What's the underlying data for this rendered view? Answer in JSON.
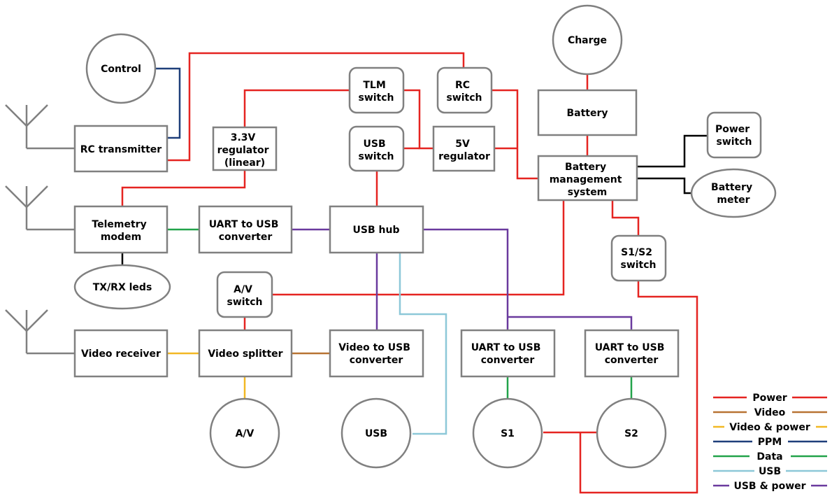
{
  "nodes": {
    "control": [
      "Control"
    ],
    "rc_transmitter": [
      "RC transmitter"
    ],
    "charge": [
      "Charge"
    ],
    "tlm_switch": [
      "TLM",
      "switch"
    ],
    "rc_switch": [
      "RC",
      "switch"
    ],
    "battery": [
      "Battery"
    ],
    "power_switch": [
      "Power",
      "switch"
    ],
    "regulator_33": [
      "3.3V",
      "regulator",
      "(linear)"
    ],
    "usb_switch": [
      "USB",
      "switch"
    ],
    "regulator_5v": [
      "5V",
      "regulator"
    ],
    "bms": [
      "Battery",
      "management",
      "system"
    ],
    "battery_meter": [
      "Battery",
      "meter"
    ],
    "telemetry_modem": [
      "Telemetry",
      "modem"
    ],
    "uart_usb_1": [
      "UART to USB",
      "converter"
    ],
    "usb_hub": [
      "USB hub"
    ],
    "s1s2_switch": [
      "S1/S2",
      "switch"
    ],
    "txrx_leds": [
      "TX/RX leds"
    ],
    "av_switch": [
      "A/V",
      "switch"
    ],
    "video_receiver": [
      "Video receiver"
    ],
    "video_splitter": [
      "Video splitter"
    ],
    "video_usb": [
      "Video to USB",
      "converter"
    ],
    "uart_usb_2": [
      "UART to USB",
      "converter"
    ],
    "uart_usb_3": [
      "UART to USB",
      "converter"
    ],
    "av": [
      "A/V"
    ],
    "usb": [
      "USB"
    ],
    "s1": [
      "S1"
    ],
    "s2": [
      "S2"
    ]
  },
  "legend": [
    {
      "label": "Power",
      "color": "#e52421"
    },
    {
      "label": "Video",
      "color": "#b87333"
    },
    {
      "label": "Video & power",
      "color": "#f2b824"
    },
    {
      "label": "PPM",
      "color": "#1f3f7a"
    },
    {
      "label": "Data",
      "color": "#22a34a"
    },
    {
      "label": "USB",
      "color": "#8dc8d8"
    },
    {
      "label": "USB & power",
      "color": "#6a3a9e"
    }
  ],
  "colors": {
    "power": "#e52421",
    "video": "#b87333",
    "video_power": "#f2b824",
    "ppm": "#1f3f7a",
    "data": "#22a34a",
    "usb": "#8dc8d8",
    "usb_power": "#6a3a9e",
    "control": "#000000",
    "antenna": "#808080",
    "node_border": "#808080"
  }
}
